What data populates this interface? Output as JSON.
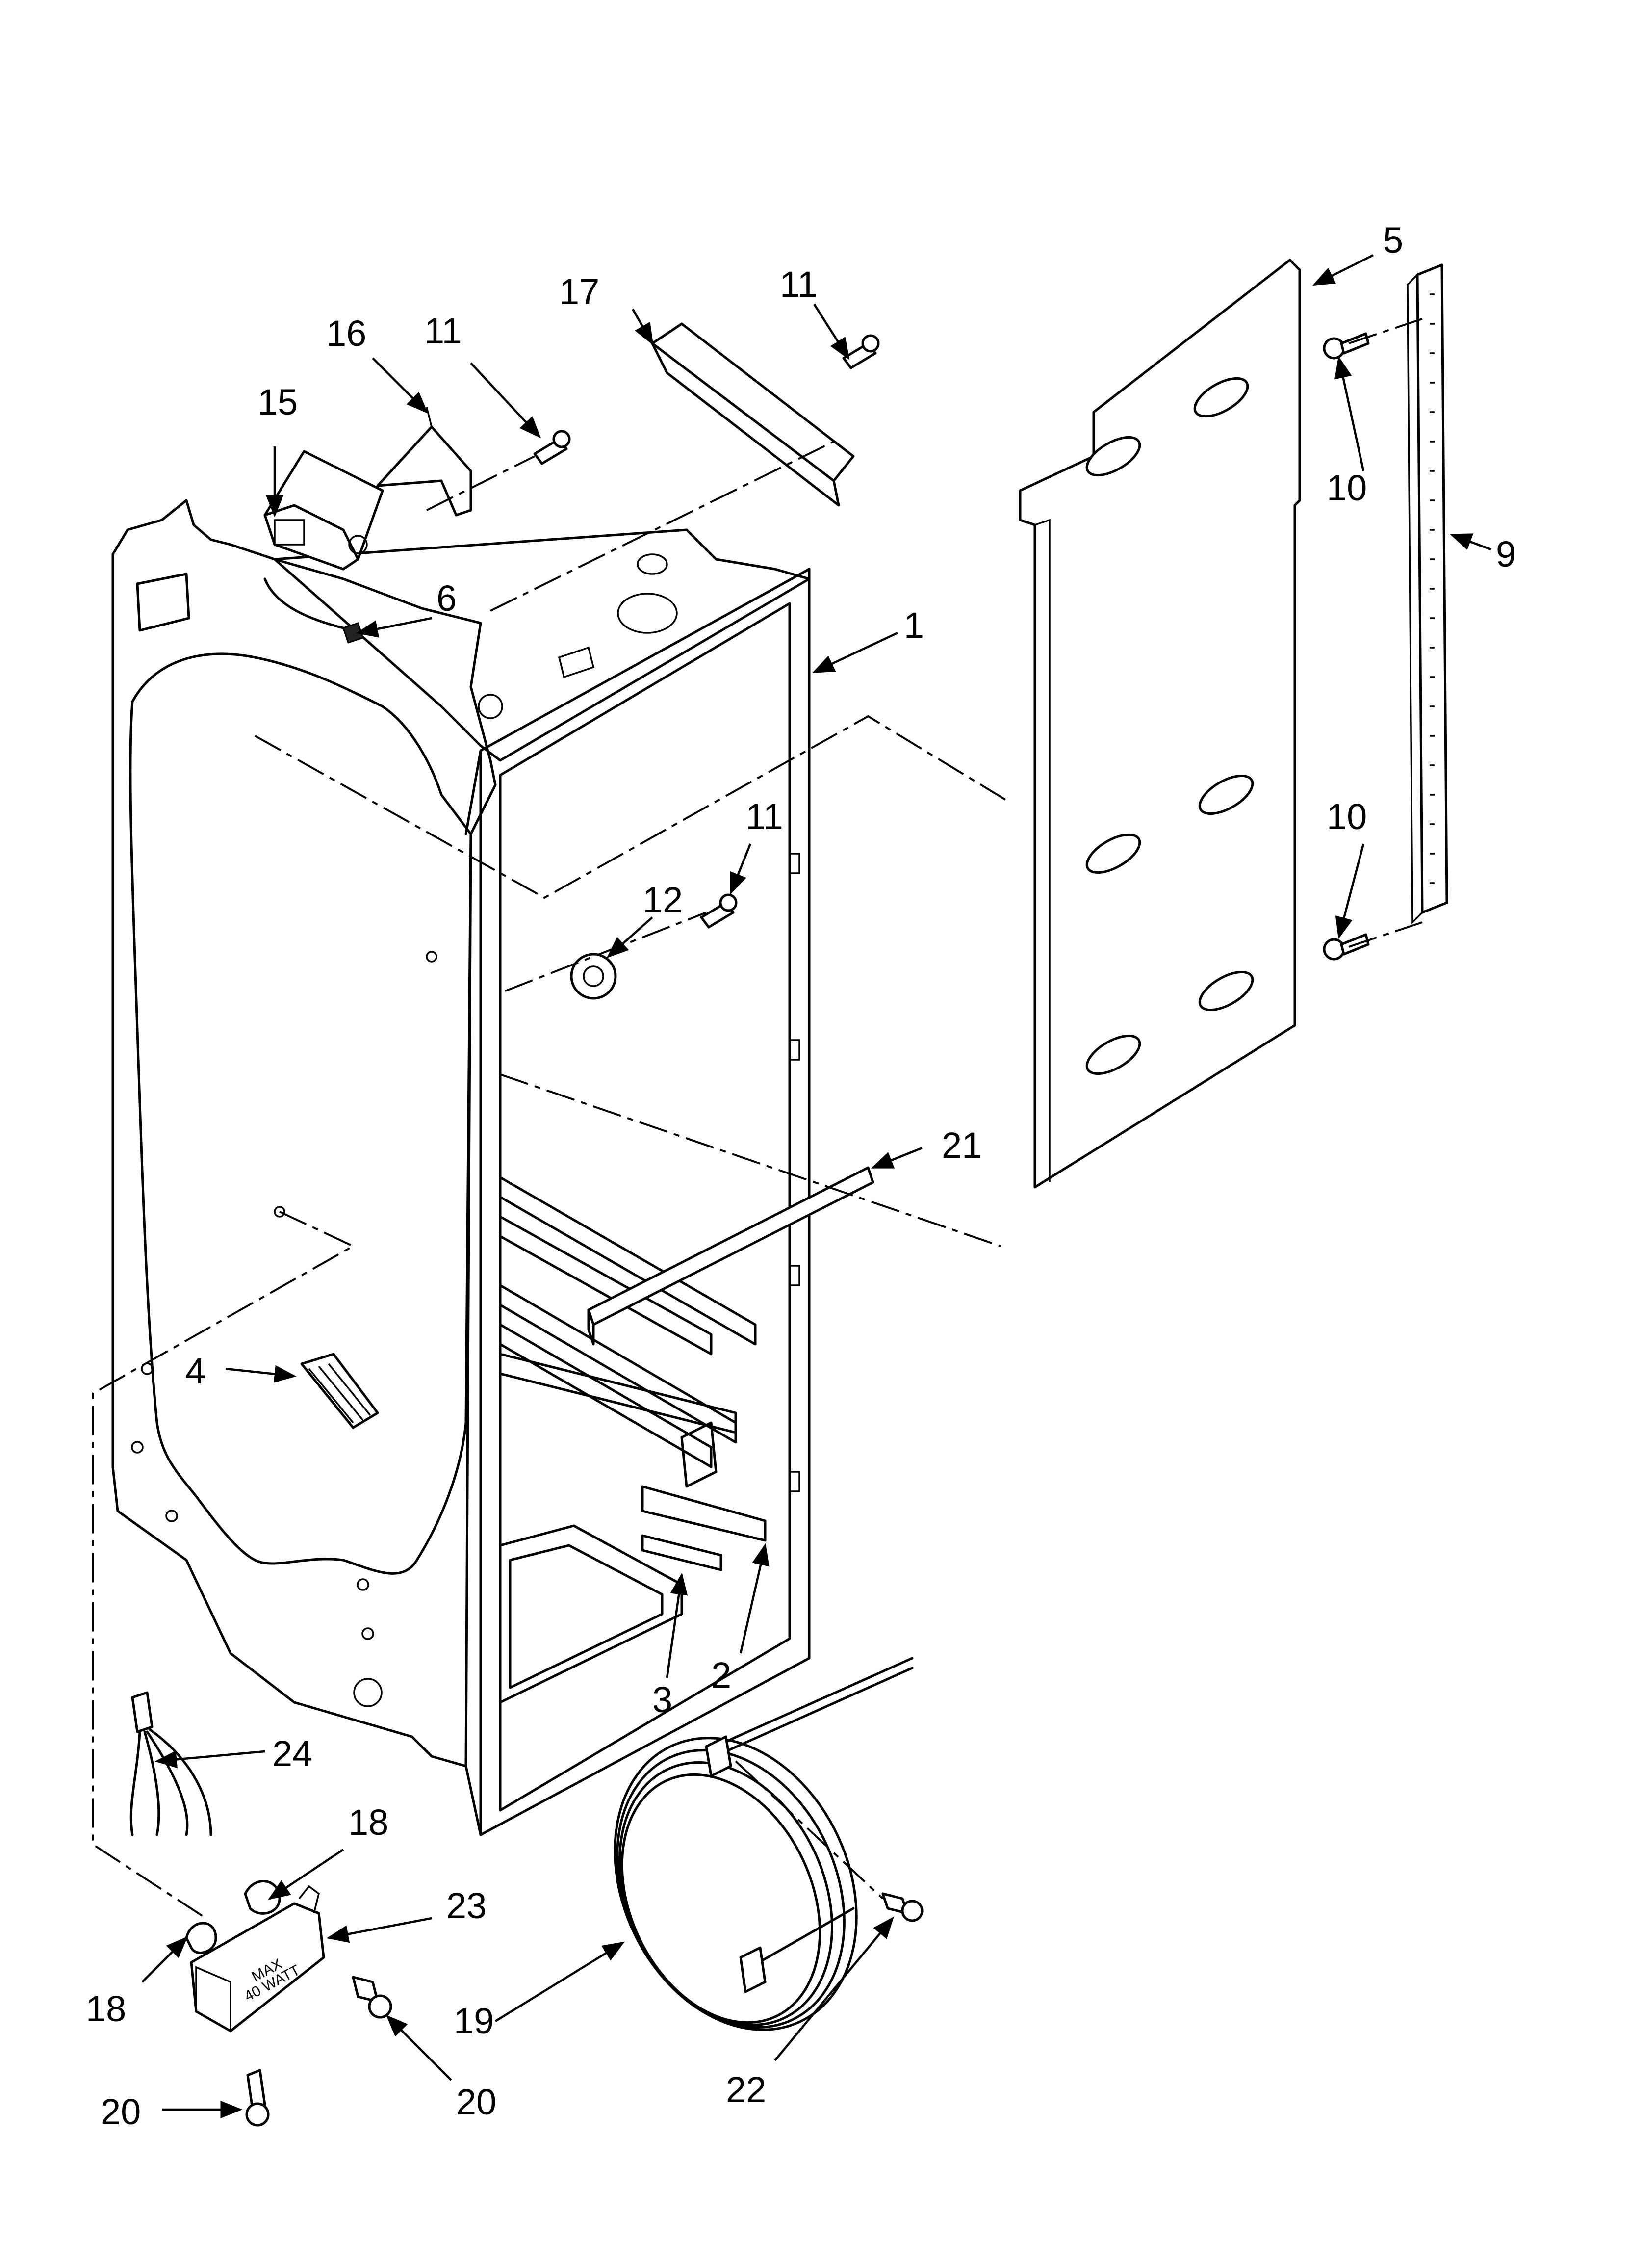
{
  "callouts": {
    "c1": "1",
    "c2": "2",
    "c3": "3",
    "c4": "4",
    "c5": "5",
    "c6": "6",
    "c9": "9",
    "c10a": "10",
    "c10b": "10",
    "c11a": "11",
    "c11b": "11",
    "c11c": "11",
    "c12": "12",
    "c15": "15",
    "c16": "16",
    "c17": "17",
    "c18a": "18",
    "c18b": "18",
    "c19": "19",
    "c20a": "20",
    "c20b": "20",
    "c21": "21",
    "c22": "22",
    "c23": "23",
    "c24": "24"
  },
  "socket_label": {
    "line1": "MAX",
    "line2": "40 WATT"
  }
}
